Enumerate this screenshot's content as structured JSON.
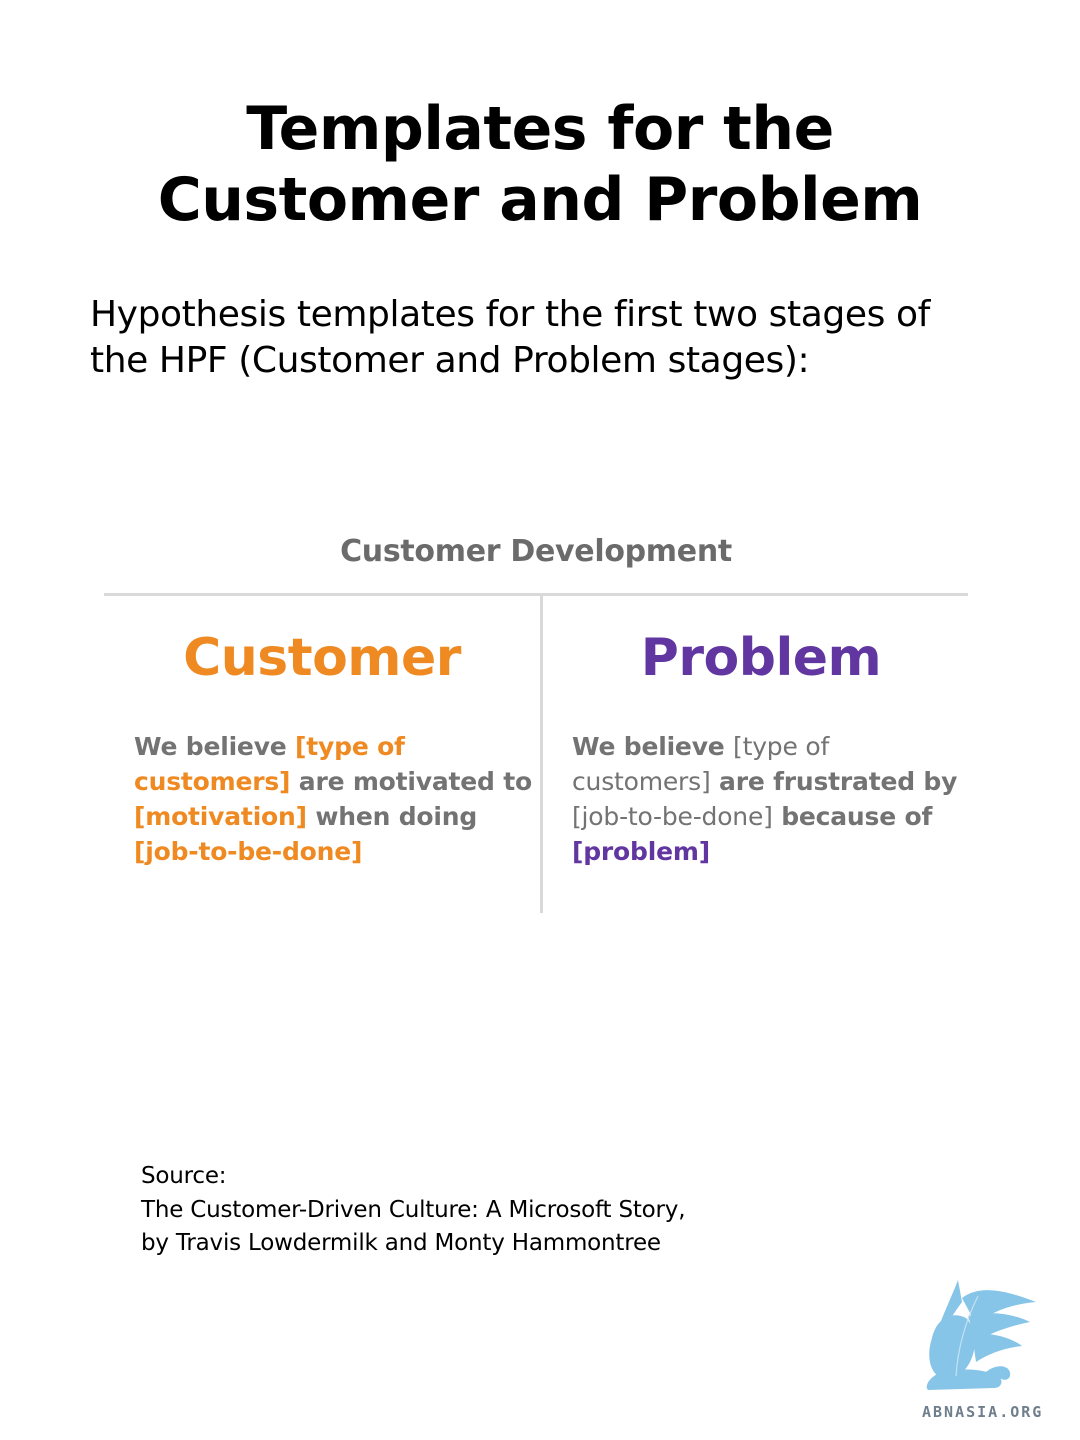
{
  "title": {
    "line1": "Templates for the",
    "line2": "Customer and Problem"
  },
  "subtitle": {
    "line1": "Hypothesis templates for the first two stages of",
    "line2": "the HPF (Customer and Problem stages):"
  },
  "figure": {
    "heading": "Customer Development",
    "customer": {
      "title": "Customer",
      "color": "#ef8a22",
      "text_color": "#737373",
      "lines": [
        [
          "We believe ",
          "[type of"
        ],
        [
          "customers]",
          " are motivated to"
        ],
        [
          "[motivation]",
          " when doing"
        ],
        [
          "[job-to-be-done]"
        ]
      ]
    },
    "problem": {
      "title": "Problem",
      "color": "#6236a0",
      "text_color": "#737373",
      "lines": [
        [
          "We believe ",
          "[type of"
        ],
        [
          "customers]",
          " are frustrated by"
        ],
        [
          "[job-to-be-done]",
          " because of"
        ],
        [
          "[problem]"
        ]
      ]
    }
  },
  "source": {
    "label": "Source:",
    "line1": "The Customer-Driven Culture: A Microsoft Story,",
    "line2": "by Travis Lowdermilk and Monty Hammontree"
  },
  "logo": {
    "text": "ABNASIA.ORG",
    "color": "#86c5e8"
  }
}
